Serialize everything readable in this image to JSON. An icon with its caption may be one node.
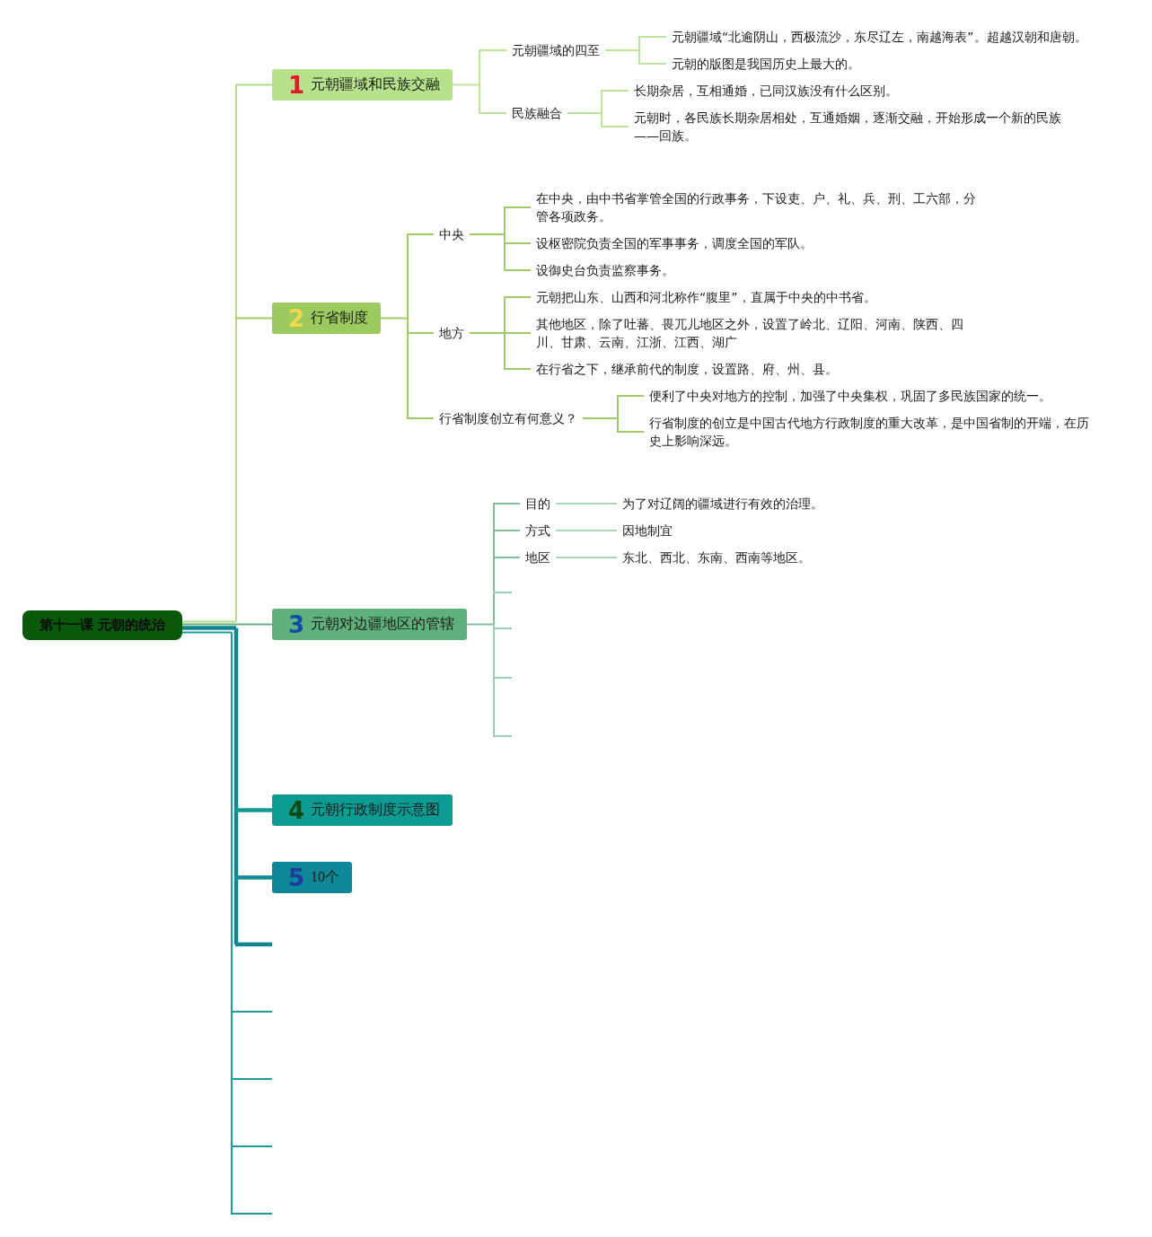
{
  "diagram": {
    "nodes": [
      {
        "text": [
          "第十一课 元朝的统治"
        ]
      },
      {
        "text": [
          "1",
          "元朝疆域和民族交融"
        ]
      },
      {
        "text": [
          "元朝疆域的四至"
        ]
      },
      {
        "text": [
          "元朝疆域“北逾阴山，西极流沙，东尽辽左，南越海表”。超越汉朝和唐朝。"
        ]
      },
      {
        "text": [
          "元朝的版图是我国历史上最大的。"
        ]
      },
      {
        "text": [
          "民族融合"
        ]
      },
      {
        "text": [
          "长期杂居，互相通婚，已同汉族没有什么区别。"
        ]
      },
      {
        "text": [
          "元朝时，各民族长期杂居相处，互通婚姻，逐渐交融，开始形成一个新的民族——回族。"
        ]
      },
      {
        "text": [
          "2",
          "行省制度"
        ]
      },
      {
        "text": [
          "中央"
        ]
      },
      {
        "text": [
          "在中央，由中书省掌管全国的行政事务，下设吏、户、礼、兵、刑、工六部，分管各项政务。"
        ]
      },
      {
        "text": [
          "设枢密院负责全国的军事事务，调度全国的军队。"
        ]
      },
      {
        "text": [
          "设御史台负责监察事务。"
        ]
      },
      {
        "text": [
          "地方"
        ]
      },
      {
        "text": [
          "元朝把山东、山西和河北称作“腹里”，直属于中央的中书省。"
        ]
      },
      {
        "text": [
          "其他地区，除了吐蕃、畏兀儿地区之外，设置了岭北、辽阳、河南、陕西、四川、甘肃、云南、江浙、江西、湖广"
        ]
      },
      {
        "text": [
          "在行省之下，继承前代的制度，设置路、府、州、县。"
        ]
      },
      {
        "text": [
          "行省制度创立有何意义？"
        ]
      },
      {
        "text": [
          "便利了中央对地方的控制，加强了中央集权，巩固了多民族国家的统一。"
        ]
      },
      {
        "text": [
          "行省制度的创立是中国古代地方行政制度的重大改革，是中国省制的开端，在历史上影响深远。"
        ]
      },
      {
        "text": [
          "3",
          "元朝对边疆地区的管辖"
        ]
      },
      {
        "text": [
          "目的"
        ]
      },
      {
        "text": [
          "为了对辽阔的疆域进行有效的治理。"
        ]
      },
      {
        "text": [
          "方式"
        ]
      },
      {
        "text": [
          "因地制宜"
        ]
      },
      {
        "text": [
          "地区"
        ]
      },
      {
        "text": [
          "东北、西北、东南、西南等地区。"
        ]
      },
      {
        "text": [
          "4",
          "元朝行政制度示意图"
        ]
      },
      {
        "text": [
          "5",
          "10个"
        ]
      }
    ],
    "edges": [
      {
        "from": 0,
        "to": 1,
        "arrow": "none",
        "color": "#b3dc86"
      },
      {
        "from": 1,
        "to": 2,
        "arrow": "none",
        "color": "#bde39a"
      },
      {
        "from": 2,
        "to": 3,
        "arrow": "none",
        "color": "#bde39a"
      },
      {
        "from": 2,
        "to": 4,
        "arrow": "none",
        "color": "#bde39a"
      },
      {
        "from": 1,
        "to": 5,
        "arrow": "none",
        "color": "#bde39a"
      },
      {
        "from": 5,
        "to": 6,
        "arrow": "none",
        "color": "#bde39a"
      },
      {
        "from": 5,
        "to": 7,
        "arrow": "none",
        "color": "#bde39a"
      },
      {
        "from": 0,
        "to": 8,
        "arrow": "none"
      },
      {
        "from": 8,
        "to": 9,
        "arrow": "none"
      },
      {
        "from": 9,
        "to": 10,
        "arrow": "none"
      },
      {
        "from": 9,
        "to": 11,
        "arrow": "none"
      },
      {
        "from": 9,
        "to": 12,
        "arrow": "none"
      },
      {
        "from": 8,
        "to": 13,
        "arrow": "none"
      },
      {
        "from": 13,
        "to": 14,
        "arrow": "none"
      },
      {
        "from": 13,
        "to": 15,
        "arrow": "none"
      },
      {
        "from": 13,
        "to": 16,
        "arrow": "none"
      },
      {
        "from": 8,
        "to": 17,
        "arrow": "none"
      },
      {
        "from": 17,
        "to": 18,
        "arrow": "none"
      },
      {
        "from": 17,
        "to": 19,
        "arrow": "none"
      },
      {
        "from": 0,
        "to": 20,
        "arrow": "none",
        "color": "#66b07f"
      },
      {
        "from": 20,
        "to": 21,
        "arrow": "none",
        "color": "#7fbf98"
      },
      {
        "from": 21,
        "to": 22,
        "arrow": "none",
        "color": "#a9d6bb"
      },
      {
        "from": 20,
        "to": 23,
        "arrow": "none",
        "color": "#7fbf98"
      },
      {
        "from": 23,
        "to": 24,
        "arrow": "none",
        "color": "#a9d6bb"
      },
      {
        "from": 20,
        "to": 25,
        "arrow": "none",
        "color": "#7fbf98"
      },
      {
        "from": 25,
        "to": 26,
        "arrow": "none",
        "color": "#a9d6bb"
      },
      {
        "from": 20,
        "to": null,
        "arrow": "none",
        "color": "#9dcfb1"
      },
      {
        "from": 20,
        "to": null,
        "arrow": "none",
        "color": "#9dcfb1"
      },
      {
        "from": 20,
        "to": null,
        "arrow": "none",
        "color": "#9dcfb1"
      },
      {
        "from": 20,
        "to": null,
        "arrow": "none",
        "color": "#9dcfb1"
      },
      {
        "from": 0,
        "to": 27,
        "arrow": "none",
        "style": "thick",
        "color": "#0e9b94"
      },
      {
        "from": 0,
        "to": 28,
        "arrow": "none",
        "style": "thick",
        "color": "#0e8a98"
      },
      {
        "from": 0,
        "to": null,
        "arrow": "none",
        "style": "thick",
        "color": "#108592"
      },
      {
        "from": 0,
        "to": null,
        "arrow": "none",
        "color": "#1c9c9c"
      },
      {
        "from": 0,
        "to": null,
        "arrow": "none",
        "color": "#1c9c9c"
      },
      {
        "from": 0,
        "to": null,
        "arrow": "none",
        "color": "#1c9c9c"
      },
      {
        "from": 0,
        "to": null,
        "arrow": "none",
        "color": "#1c9c9c"
      }
    ]
  }
}
